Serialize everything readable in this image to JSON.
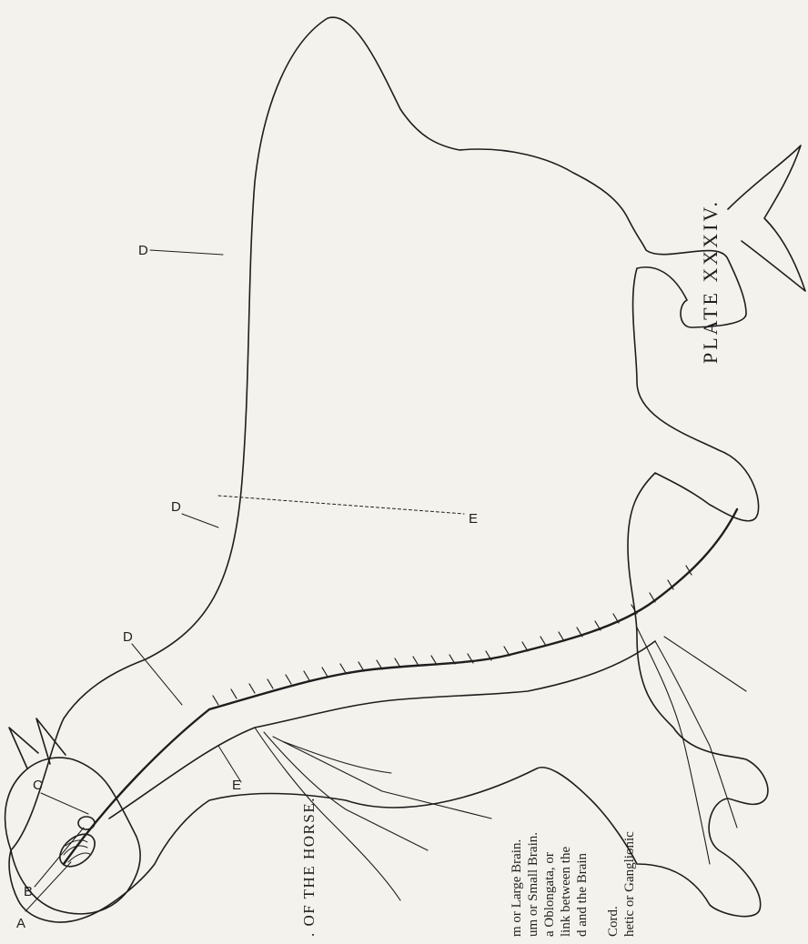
{
  "plate": {
    "title": "PLATE XXXIV.",
    "legend_title": ". OF THE HORSE.",
    "legend_items": [
      "m or Large Brain.",
      "um or Small Brain.",
      "a Oblongata, or",
      "link between the",
      "d and the Brain",
      "Cord.",
      "hetic or Ganglionic"
    ]
  },
  "labels": {
    "A": "A",
    "B": "B",
    "C": "C",
    "D1": "D",
    "D2": "D",
    "D3": "D",
    "E1": "E",
    "E2": "E"
  },
  "colors": {
    "ink": "#1e1e1e",
    "paper": "#f4f2ec"
  }
}
